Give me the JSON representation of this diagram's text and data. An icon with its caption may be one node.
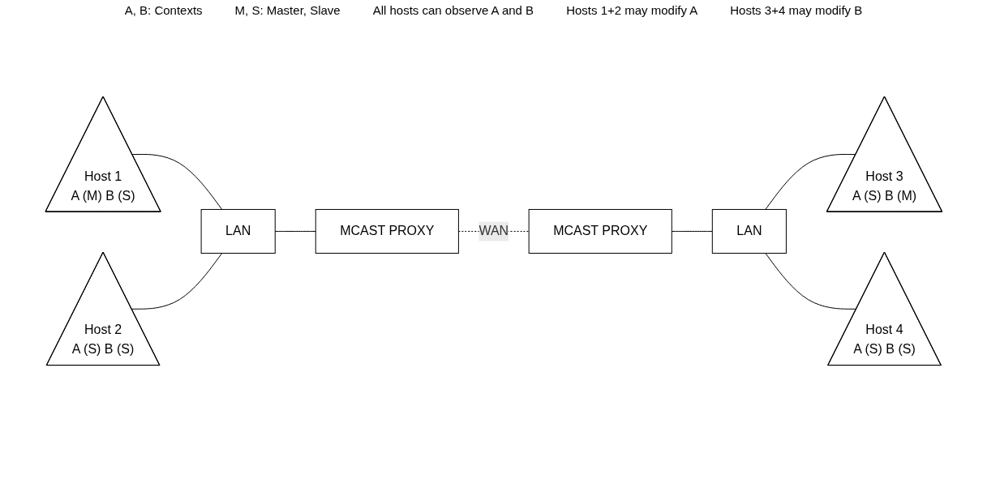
{
  "diagram": {
    "nodes": [
      {
        "text": [
          "Host 1",
          "A (M) B (S)"
        ]
      },
      {
        "text": [
          "Host 2",
          "A (S) B (S)"
        ]
      },
      {
        "text": [
          "LAN"
        ]
      },
      {
        "text": [
          "MCAST PROXY"
        ]
      },
      {
        "text": [
          "MCAST PROXY"
        ]
      },
      {
        "text": [
          "LAN"
        ]
      },
      {
        "text": [
          "Host 3",
          "A (S) B (M)"
        ]
      },
      {
        "text": [
          "Host 4",
          "A (S) B (S)"
        ]
      }
    ],
    "edges": [
      {
        "from": 0,
        "to": 2,
        "arrow": "none"
      },
      {
        "from": 1,
        "to": 2,
        "arrow": "none"
      },
      {
        "from": 2,
        "to": 3,
        "arrow": "none"
      },
      {
        "from": 3,
        "to": 4,
        "arrow": "none",
        "label": "WAN",
        "style": "dashed"
      },
      {
        "from": 4,
        "to": 5,
        "arrow": "none"
      },
      {
        "from": 5,
        "to": 6,
        "arrow": "none"
      },
      {
        "from": 5,
        "to": 7,
        "arrow": "none"
      }
    ],
    "labels": [
      "A, B: Contexts",
      "M, S: Master, Slave",
      "All hosts can observe A and B",
      "Hosts 1+2 may modify A",
      "Hosts 3+4 may modify B"
    ]
  }
}
